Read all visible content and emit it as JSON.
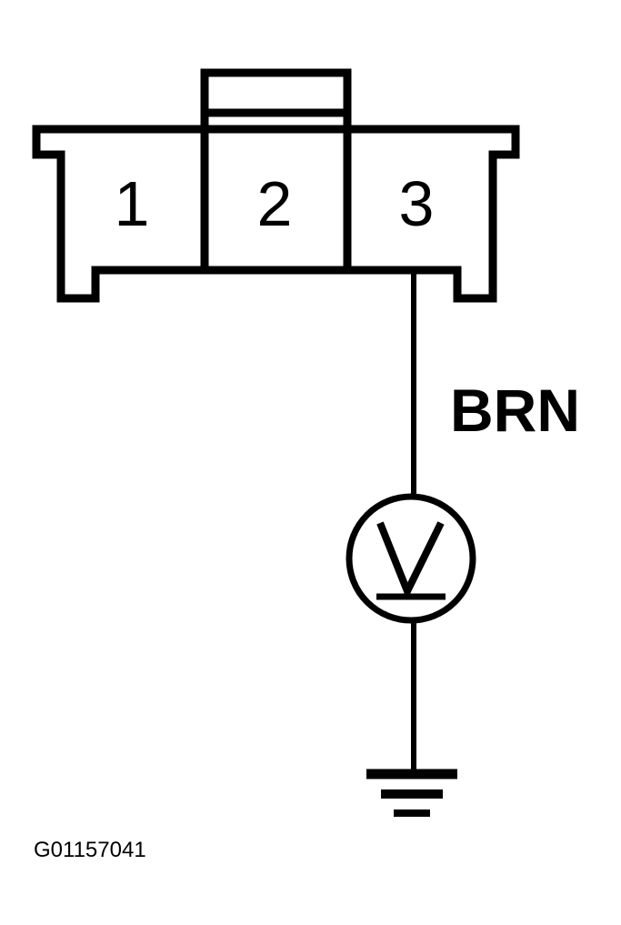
{
  "connector": {
    "pins": [
      "1",
      "2",
      "3"
    ]
  },
  "wire": {
    "color_label": "BRN"
  },
  "symbols": {
    "indicator": "valve-symbol-icon",
    "ground": "ground-icon"
  },
  "figure": {
    "id": "G01157041"
  },
  "colors": {
    "line": "#000000",
    "background": "#ffffff"
  }
}
